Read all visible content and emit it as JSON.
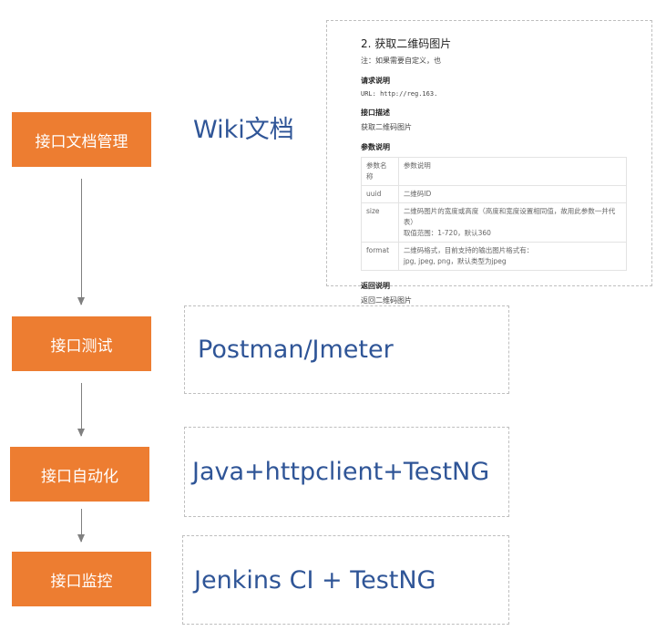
{
  "steps": [
    "接口文档管理",
    "接口测试",
    "接口自动化",
    "接口监控"
  ],
  "tools": [
    "Wiki文档",
    "Postman/Jmeter",
    "Java+httpclient+TestNG",
    "Jenkins CI + TestNG"
  ],
  "doc": {
    "title": "2. 获取二维码图片",
    "note": "注：如果需要自定义，也",
    "request_heading": "请求说明",
    "url": "URL: http://reg.163.",
    "desc_heading": "接口描述",
    "desc": "获取二维码图片",
    "params_heading": "参数说明",
    "table": {
      "headers": [
        "参数名称",
        "参数说明"
      ],
      "rows": [
        [
          "uuid",
          "二维码ID",
          ""
        ],
        [
          "size",
          "二维码图片的宽度或高度（高度和宽度设置相同值，故用此参数一并代表）",
          "取值范围：1-720，默认360"
        ],
        [
          "format",
          "二维码格式，目前支持的输出图片格式有：",
          "jpg, jpeg, png，默认类型为jpeg"
        ]
      ]
    },
    "return_heading": "返回说明",
    "return": "返回二维码图片"
  },
  "colors": {
    "step_fill": "#ed7d31",
    "tool_text": "#2f5597",
    "arrow": "#808080"
  }
}
